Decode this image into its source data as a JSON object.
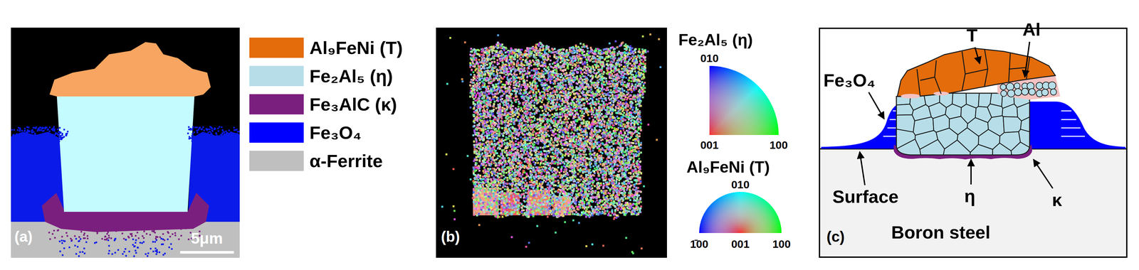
{
  "diagram": {
    "nodes": [
      {
        "text": [
          "(a)",
          "5μm"
        ]
      },
      {
        "text": [
          "(b)"
        ]
      },
      {
        "text": [
          "(c)"
        ]
      },
      {
        "text": [
          "Boron steel"
        ],
        "in": 2
      }
    ],
    "labels": [
      "Fe₂Al₅ (η)",
      "010",
      "001",
      "100",
      "Al₉FeNi (T)",
      "010",
      "1̄00",
      "001",
      "100",
      "T",
      "Al",
      "Fe₃O₄",
      "Surface",
      "η",
      "κ"
    ],
    "legend": [
      {
        "text": "Al₉FeNi (T)",
        "color": "#E46C0A"
      },
      {
        "text": "Fe₂Al₅ (η)",
        "color": "#B7DEE8"
      },
      {
        "text": "Fe₃AlC (κ)",
        "color": "#7B1F7F"
      },
      {
        "text": "Fe₃O₄",
        "color": "#0000FF"
      },
      {
        "text": "α-Ferrite",
        "color": "#BFBFBF"
      }
    ]
  }
}
